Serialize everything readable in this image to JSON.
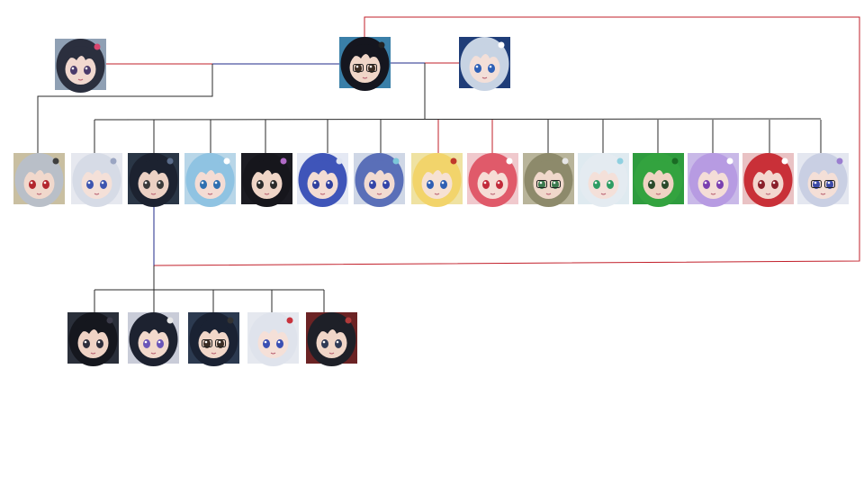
{
  "diagram": {
    "type": "family-tree",
    "colors": {
      "background": "#ffffff",
      "lineage_link": "#2a2a2a",
      "partner_link_primary": "#1f2a8a",
      "partner_link_secondary": "#c21f2a"
    },
    "people": [
      {
        "id": "p-left-partner",
        "role": "partner",
        "generation": 1,
        "icon": "portrait-dark-hair-pink-accessory",
        "palette": {
          "bg": "#8fa0b4",
          "hair": "#2b2f3e",
          "skin": "#f1d8cf",
          "eye": "#4a3a6b",
          "accent": "#d9466e"
        }
      },
      {
        "id": "p-center",
        "role": "head",
        "generation": 1,
        "icon": "portrait-black-hair-glasses-cat-ears",
        "palette": {
          "bg": "#3a7fa8",
          "hair": "#15161f",
          "skin": "#f0d6c8",
          "eye": "#3b2c22",
          "accent": "#222222"
        }
      },
      {
        "id": "p-right-partner",
        "role": "partner",
        "generation": 1,
        "icon": "portrait-silver-hair-headdress",
        "palette": {
          "bg": "#1f3d78",
          "hair": "#c7d3e3",
          "skin": "#f3dfd8",
          "eye": "#2d5fb6",
          "accent": "#ffffff"
        }
      },
      {
        "id": "c1",
        "role": "child",
        "generation": 2,
        "icon": "portrait-silver-hair-red-eyes",
        "palette": {
          "bg": "#c9bfa1",
          "hair": "#b9bfc8",
          "skin": "#f1d8cc",
          "eye": "#b3262d",
          "accent": "#3f3f3f"
        }
      },
      {
        "id": "c2",
        "role": "child",
        "generation": 2,
        "icon": "portrait-white-hair-blue-eyes",
        "palette": {
          "bg": "#e6e8ef",
          "hair": "#d6dbe6",
          "skin": "#f4e0d8",
          "eye": "#3d55b0",
          "accent": "#9aa5c2"
        }
      },
      {
        "id": "c3",
        "role": "child",
        "generation": 2,
        "icon": "portrait-dark-hair-winking",
        "palette": {
          "bg": "#2a3646",
          "hair": "#1c2230",
          "skin": "#ecd1c4",
          "eye": "#3a3a3a",
          "accent": "#5a6c8a"
        }
      },
      {
        "id": "c4",
        "role": "child",
        "generation": 2,
        "icon": "portrait-light-blue-hair-wink",
        "palette": {
          "bg": "#b8d6e8",
          "hair": "#8fc3e2",
          "skin": "#f4dcd4",
          "eye": "#2f6fb0",
          "accent": "#ffffff"
        }
      },
      {
        "id": "c5",
        "role": "child",
        "generation": 2,
        "icon": "portrait-black-hair-flower",
        "palette": {
          "bg": "#1b1b22",
          "hair": "#16161c",
          "skin": "#efd5c7",
          "eye": "#2b2b2b",
          "accent": "#b06ac7"
        }
      },
      {
        "id": "c6",
        "role": "child",
        "generation": 2,
        "icon": "portrait-blue-white-hair",
        "palette": {
          "bg": "#e5e9f4",
          "hair": "#3f55b9",
          "skin": "#f3dcd3",
          "eye": "#2f3f9e",
          "accent": "#dfe5f2"
        }
      },
      {
        "id": "c7",
        "role": "child",
        "generation": 2,
        "icon": "portrait-blue-hair-flower",
        "palette": {
          "bg": "#cfd7e6",
          "hair": "#5a6fb8",
          "skin": "#f2dbd1",
          "eye": "#3344a8",
          "accent": "#7cc7d9"
        }
      },
      {
        "id": "c8",
        "role": "child",
        "generation": 2,
        "icon": "portrait-blonde-hair",
        "palette": {
          "bg": "#efe2a2",
          "hair": "#f2d46b",
          "skin": "#f6e1d3",
          "eye": "#2f5fb3",
          "accent": "#c0392b"
        }
      },
      {
        "id": "c9",
        "role": "child",
        "generation": 2,
        "icon": "portrait-red-hair",
        "palette": {
          "bg": "#f0c9cd",
          "hair": "#e05a6a",
          "skin": "#f6ddd6",
          "eye": "#c22a3a",
          "accent": "#ffffff"
        }
      },
      {
        "id": "c10",
        "role": "child",
        "generation": 2,
        "icon": "portrait-olive-hair-glasses",
        "palette": {
          "bg": "#b8b49a",
          "hair": "#8d8a6b",
          "skin": "#f0d8cb",
          "eye": "#3b7a4f",
          "accent": "#e6e6e6"
        }
      },
      {
        "id": "c11",
        "role": "child",
        "generation": 2,
        "icon": "portrait-white-hair-green-eyes",
        "palette": {
          "bg": "#dfeaf0",
          "hair": "#e4ebf1",
          "skin": "#f4e0d9",
          "eye": "#2e9c63",
          "accent": "#8fd0e0"
        }
      },
      {
        "id": "c12",
        "role": "child",
        "generation": 2,
        "icon": "portrait-green-hair",
        "palette": {
          "bg": "#2e9c3e",
          "hair": "#33a33f",
          "skin": "#efd3c3",
          "eye": "#2b4a2b",
          "accent": "#1a6b24"
        }
      },
      {
        "id": "c13",
        "role": "child",
        "generation": 2,
        "icon": "portrait-lavender-hair",
        "palette": {
          "bg": "#c9b9e8",
          "hair": "#b79be2",
          "skin": "#f4ddd7",
          "eye": "#7a3fb0",
          "accent": "#ffffff"
        }
      },
      {
        "id": "c14",
        "role": "child",
        "generation": 2,
        "icon": "portrait-crimson-hair",
        "palette": {
          "bg": "#e9c2c4",
          "hair": "#c93038",
          "skin": "#f3d7cf",
          "eye": "#8a1f2a",
          "accent": "#ffffff"
        }
      },
      {
        "id": "c15",
        "role": "child",
        "generation": 2,
        "icon": "portrait-silver-hair-glasses",
        "palette": {
          "bg": "#e4e7f0",
          "hair": "#c9cfe3",
          "skin": "#f4dfd7",
          "eye": "#3b4aa8",
          "accent": "#9a7ed0"
        }
      },
      {
        "id": "g1",
        "role": "grandchild",
        "generation": 3,
        "icon": "portrait-black-hair-covered-eye",
        "palette": {
          "bg": "#2a2f3a",
          "hair": "#15171e",
          "skin": "#efd3c5",
          "eye": "#2d2d3a",
          "accent": "#3b3b4a"
        }
      },
      {
        "id": "g2",
        "role": "grandchild",
        "generation": 3,
        "icon": "portrait-black-hair-wink-bow",
        "palette": {
          "bg": "#c9ccd8",
          "hair": "#1d2230",
          "skin": "#f2d9cc",
          "eye": "#6a55b8",
          "accent": "#e6e6e6"
        }
      },
      {
        "id": "g3",
        "role": "grandchild",
        "generation": 3,
        "icon": "portrait-black-hair-glasses",
        "palette": {
          "bg": "#2c3a50",
          "hair": "#1a2233",
          "skin": "#f1d7c9",
          "eye": "#3a2c24",
          "accent": "#333333"
        }
      },
      {
        "id": "g4",
        "role": "grandchild",
        "generation": 3,
        "icon": "portrait-white-red-hair",
        "palette": {
          "bg": "#e5e8ef",
          "hair": "#dfe3ec",
          "skin": "#f5e0d8",
          "eye": "#3a4fb3",
          "accent": "#c8323c"
        }
      },
      {
        "id": "g5",
        "role": "grandchild",
        "generation": 3,
        "icon": "portrait-black-hair-red-bg",
        "palette": {
          "bg": "#6b2324",
          "hair": "#1e2028",
          "skin": "#f0d6c8",
          "eye": "#2f3a55",
          "accent": "#b03a3a"
        }
      }
    ]
  }
}
